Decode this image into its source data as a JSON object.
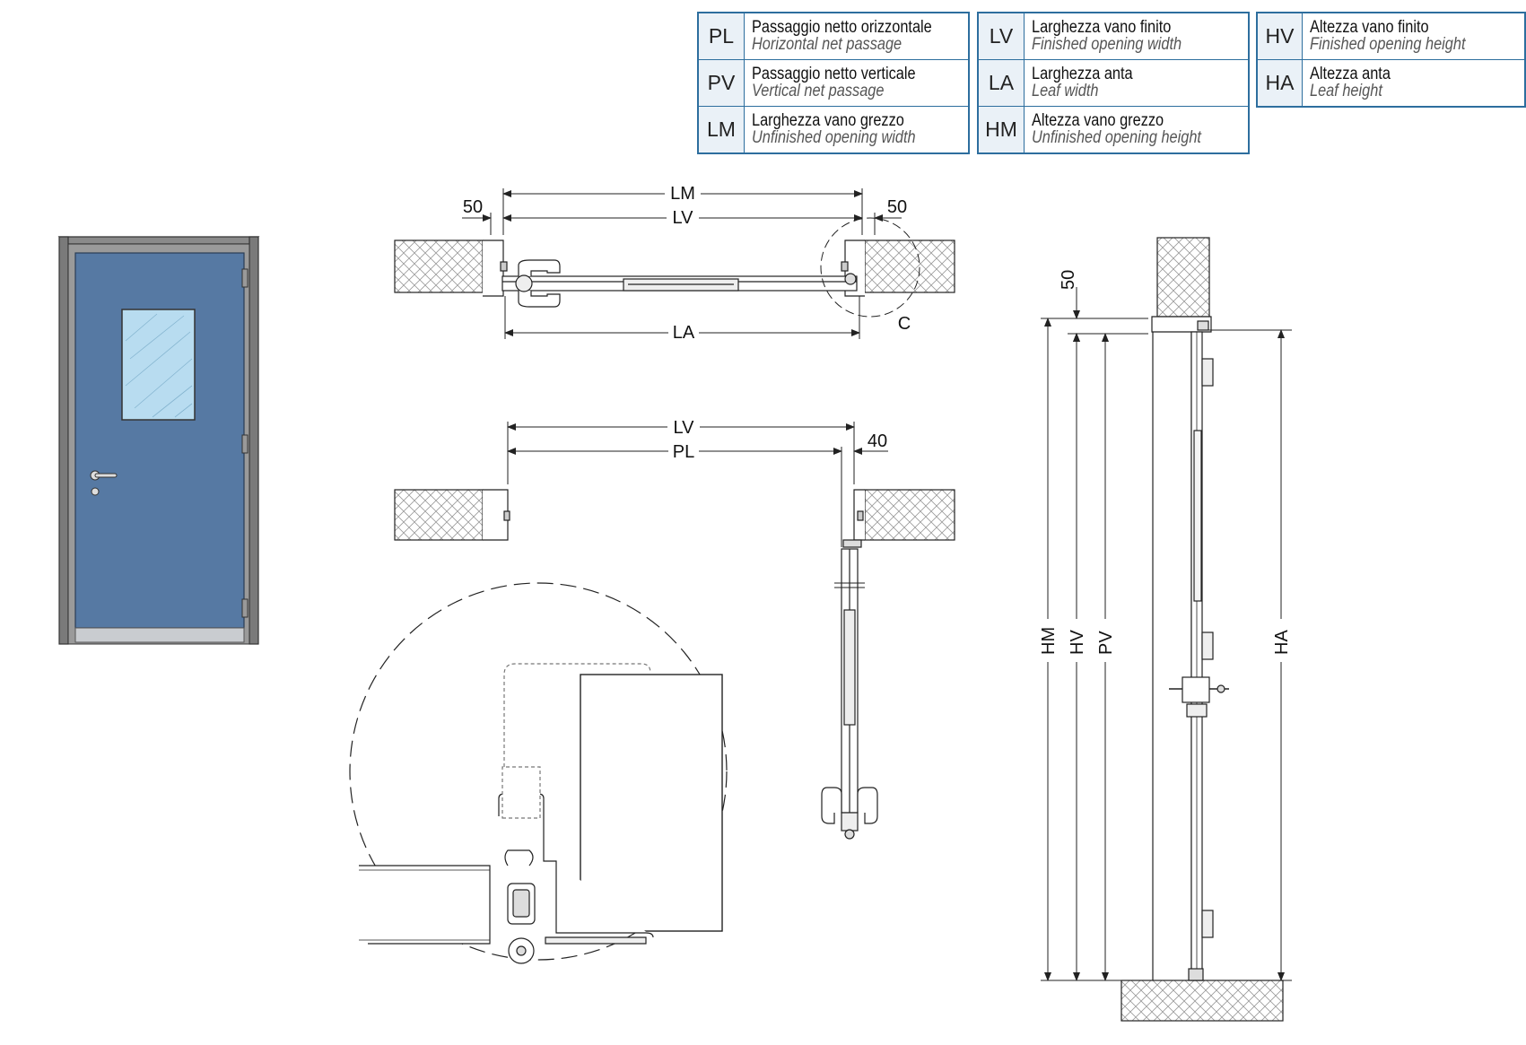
{
  "legend": {
    "col1": [
      {
        "code": "PL",
        "it": "Passaggio netto orizzontale",
        "en": "Horizontal net passage"
      },
      {
        "code": "PV",
        "it": "Passaggio netto verticale",
        "en": "Vertical net passage"
      },
      {
        "code": "LM",
        "it": "Larghezza vano grezzo",
        "en": "Unfinished opening width"
      }
    ],
    "col2": [
      {
        "code": "LV",
        "it": "Larghezza vano finito",
        "en": "Finished opening width"
      },
      {
        "code": "LA",
        "it": "Larghezza anta",
        "en": "Leaf width"
      },
      {
        "code": "HM",
        "it": "Altezza vano grezzo",
        "en": "Unfinished opening height"
      }
    ],
    "col3": [
      {
        "code": "HV",
        "it": "Altezza vano finito",
        "en": "Finished opening height"
      },
      {
        "code": "HA",
        "it": "Altezza anta",
        "en": "Leaf height"
      }
    ]
  },
  "plan_top": {
    "lm": "LM",
    "lv": "LV",
    "la": "LA",
    "left_offset": "50",
    "right_offset": "50",
    "detail_label": "C"
  },
  "plan_open": {
    "lv": "LV",
    "pl": "PL",
    "offset": "40"
  },
  "elevation": {
    "top_offset": "50",
    "hm": "HM",
    "hv": "HV",
    "pv": "PV",
    "ha": "HA"
  },
  "colors": {
    "door_leaf": "#5679a3",
    "frame": "#6a6a6a",
    "legend_border": "#2d6e9e",
    "glass": "#b8dcf0"
  }
}
